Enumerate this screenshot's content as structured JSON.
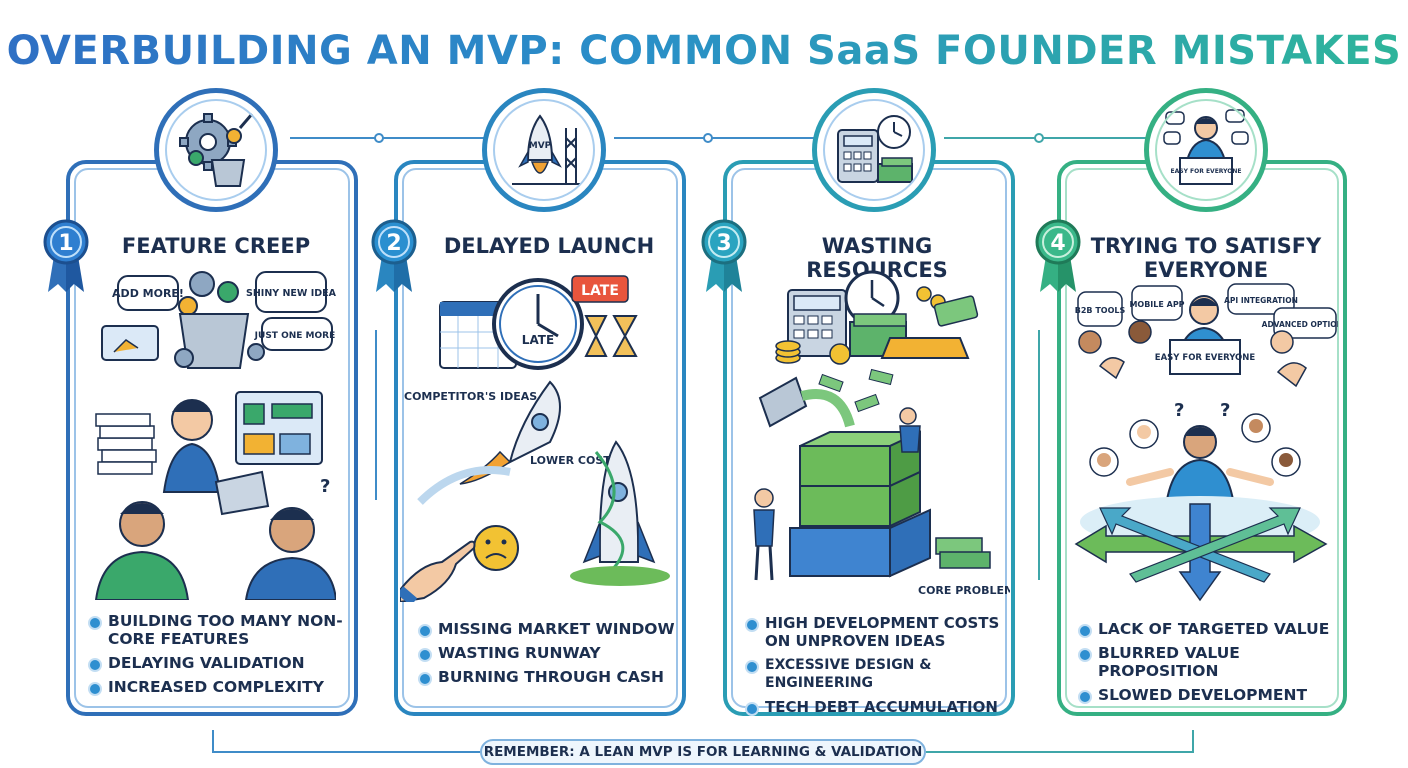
{
  "title": "OVERBUILDING AN MVP: COMMON SaaS FOUNDER MISTAKES",
  "colors": {
    "blue": "#2f6fb8",
    "teal": "#2a9db4",
    "green": "#35b083",
    "text": "#1c2f4f"
  },
  "panels": [
    {
      "number": "1",
      "title": "FEATURE CREEP",
      "icon": "gear-bucket-icon",
      "labels": [
        "ADD MORE!",
        "SHINY NEW IDEA",
        "JUST ONE MORE!"
      ],
      "bullets": [
        "BUILDING TOO MANY NON-CORE FEATURES",
        "DELAYING VALIDATION",
        "INCREASED COMPLEXITY"
      ]
    },
    {
      "number": "2",
      "title": "DELAYED LAUNCH",
      "icon": "rocket-icon",
      "labels": [
        "MVP",
        "LATE",
        "LATE",
        "COMPETITOR'S IDEAS",
        "LOWER COSTS"
      ],
      "bullets": [
        "MISSING MARKET WINDOW",
        "WASTING RUNWAY",
        "BURNING THROUGH CASH"
      ]
    },
    {
      "number": "3",
      "title": "WASTING RESOURCES",
      "icon": "calculator-clock-icon",
      "labels": [
        "CORE PROBLEM"
      ],
      "bullets": [
        "HIGH DEVELOPMENT COSTS ON UNPROVEN IDEAS",
        "EXCESSIVE DESIGN & ENGINEERING",
        "TECH DEBT ACCUMULATION"
      ]
    },
    {
      "number": "4",
      "title": "TRYING TO SATISFY EVERYONE",
      "icon": "people-icon",
      "labels": [
        "EASY FOR EVERYONE",
        "B2B TOOLS",
        "MOBILE APP",
        "API INTEGRATION",
        "ADVANCED OPTIONS",
        "EASY FOR EVERYONE"
      ],
      "bullets": [
        "LACK OF TARGETED VALUE",
        "BLURRED VALUE PROPOSITION",
        "SLOWED DEVELOPMENT"
      ]
    }
  ],
  "footer": "REMEMBER: A LEAN MVP IS FOR LEARNING & VALIDATION"
}
